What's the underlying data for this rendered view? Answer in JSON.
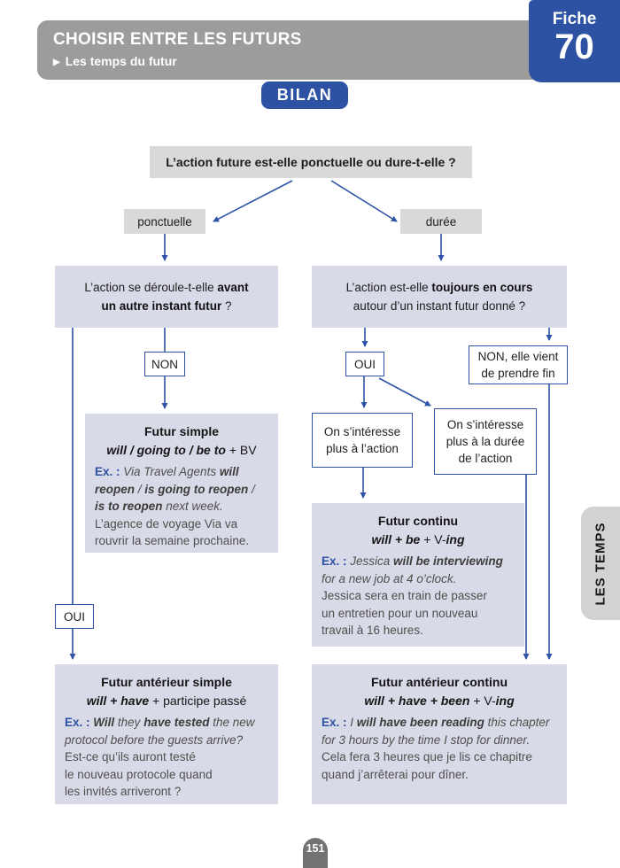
{
  "header": {
    "title": "CHOISIR ENTRE LES FUTURS",
    "bullet": "▶",
    "subtitle": "Les temps du futur"
  },
  "fiche": {
    "label": "Fiche",
    "number": "70"
  },
  "banner": {
    "label": "BILAN"
  },
  "side_tab": {
    "label": "LES TEMPS"
  },
  "footer": {
    "page_number": "151"
  },
  "colors": {
    "accent_blue": "#2d51a3",
    "arrow_blue": "#2e53a6",
    "header_gray": "#9c9c9b",
    "gray_box": "#d9d9d9",
    "purple_box": "#d9dae7",
    "tab_gray": "#d2d2d2",
    "badge_gray": "#737371"
  },
  "flow": {
    "root_question": "L’action future est-elle ponctuelle ou dure-t-elle ?",
    "branch_ponctuelle": "ponctuelle",
    "branch_duree": "durée",
    "question_left": [
      [
        {
          "t": "L’action se déroule-t-elle ",
          "s": "q"
        },
        {
          "t": "avant",
          "s": "qb"
        }
      ],
      [
        {
          "t": "un autre instant futur",
          "s": "qb"
        },
        {
          "t": " ?",
          "s": "q"
        }
      ]
    ],
    "question_right": [
      [
        {
          "t": "L’action est-elle ",
          "s": "q"
        },
        {
          "t": "toujours en cours",
          "s": "qb"
        }
      ],
      [
        {
          "t": "autour d’un instant futur donné ?",
          "s": "q"
        }
      ]
    ],
    "decision_non_left": "NON",
    "decision_oui_left": "OUI",
    "decision_oui_right": "OUI",
    "decision_non_fin": "NON, elle vient\nde prendre fin",
    "interest_action": "On s’intéresse\nplus à l’action",
    "interest_duree": "On s’intéresse\nplus à la durée\nde l’action",
    "tense_boxes": {
      "futur_simple": {
        "title": "Futur simple",
        "formula": [
          {
            "t": "will / going to / be to",
            "s": "fbi"
          },
          {
            "t": " + BV",
            "s": "f"
          }
        ],
        "example": [
          [
            {
              "t": "Ex. : ",
              "s": "exb"
            },
            {
              "t": "Via Travel Agents ",
              "s": "i"
            },
            {
              "t": "will",
              "s": "bi"
            }
          ],
          [
            {
              "t": "reopen",
              "s": "bi"
            },
            {
              "t": " / ",
              "s": "i"
            },
            {
              "t": "is going to reopen",
              "s": "bi"
            },
            {
              "t": " /",
              "s": "i"
            }
          ],
          [
            {
              "t": "is to reopen",
              "s": "bi"
            },
            {
              "t": " next week.",
              "s": "i"
            }
          ],
          [
            {
              "t": "L’agence de voyage Via va",
              "s": "r"
            }
          ],
          [
            {
              "t": "rouvrir la semaine prochaine.",
              "s": "r"
            }
          ]
        ]
      },
      "futur_continu": {
        "title": "Futur continu",
        "formula": [
          {
            "t": "will + be",
            "s": "fbi"
          },
          {
            "t": " + V-",
            "s": "f"
          },
          {
            "t": "ing",
            "s": "fbi"
          }
        ],
        "example": [
          [
            {
              "t": "Ex. : ",
              "s": "exb"
            },
            {
              "t": "Jessica ",
              "s": "i"
            },
            {
              "t": "will be interviewing",
              "s": "bi"
            }
          ],
          [
            {
              "t": "for a new job at 4 o’clock.",
              "s": "i"
            }
          ],
          [
            {
              "t": "Jessica sera en train de passer",
              "s": "r"
            }
          ],
          [
            {
              "t": "un entretien pour un nouveau",
              "s": "r"
            }
          ],
          [
            {
              "t": "travail à 16 heures.",
              "s": "r"
            }
          ]
        ]
      },
      "futur_anterieur_simple": {
        "title": "Futur antérieur simple",
        "formula": [
          {
            "t": "will + have",
            "s": "fbi"
          },
          {
            "t": " + participe passé",
            "s": "f"
          }
        ],
        "example": [
          [
            {
              "t": "Ex. : ",
              "s": "exb"
            },
            {
              "t": "Will",
              "s": "bi"
            },
            {
              "t": " they ",
              "s": "i"
            },
            {
              "t": "have tested",
              "s": "bi"
            },
            {
              "t": " the new",
              "s": "i"
            }
          ],
          [
            {
              "t": "protocol before the guests arrive?",
              "s": "i"
            }
          ],
          [
            {
              "t": "Est-ce qu’ils auront testé",
              "s": "r"
            }
          ],
          [
            {
              "t": "le nouveau protocole quand",
              "s": "r"
            }
          ],
          [
            {
              "t": "les invités arriveront ?",
              "s": "r"
            }
          ]
        ]
      },
      "futur_anterieur_continu": {
        "title": "Futur antérieur continu",
        "formula": [
          {
            "t": "will + have + been",
            "s": "fbi"
          },
          {
            "t": " + V-",
            "s": "f"
          },
          {
            "t": "ing",
            "s": "fbi"
          }
        ],
        "example": [
          [
            {
              "t": "Ex. : ",
              "s": "exb"
            },
            {
              "t": "I ",
              "s": "i"
            },
            {
              "t": "will have been reading",
              "s": "bi"
            },
            {
              "t": " this chapter",
              "s": "i"
            }
          ],
          [
            {
              "t": "for 3 hours by the time I stop for dinner.",
              "s": "i"
            }
          ],
          [
            {
              "t": "Cela fera 3 heures que je lis ce chapitre",
              "s": "r"
            }
          ],
          [
            {
              "t": "quand j’arrêterai pour dîner.",
              "s": "r"
            }
          ]
        ]
      }
    }
  }
}
